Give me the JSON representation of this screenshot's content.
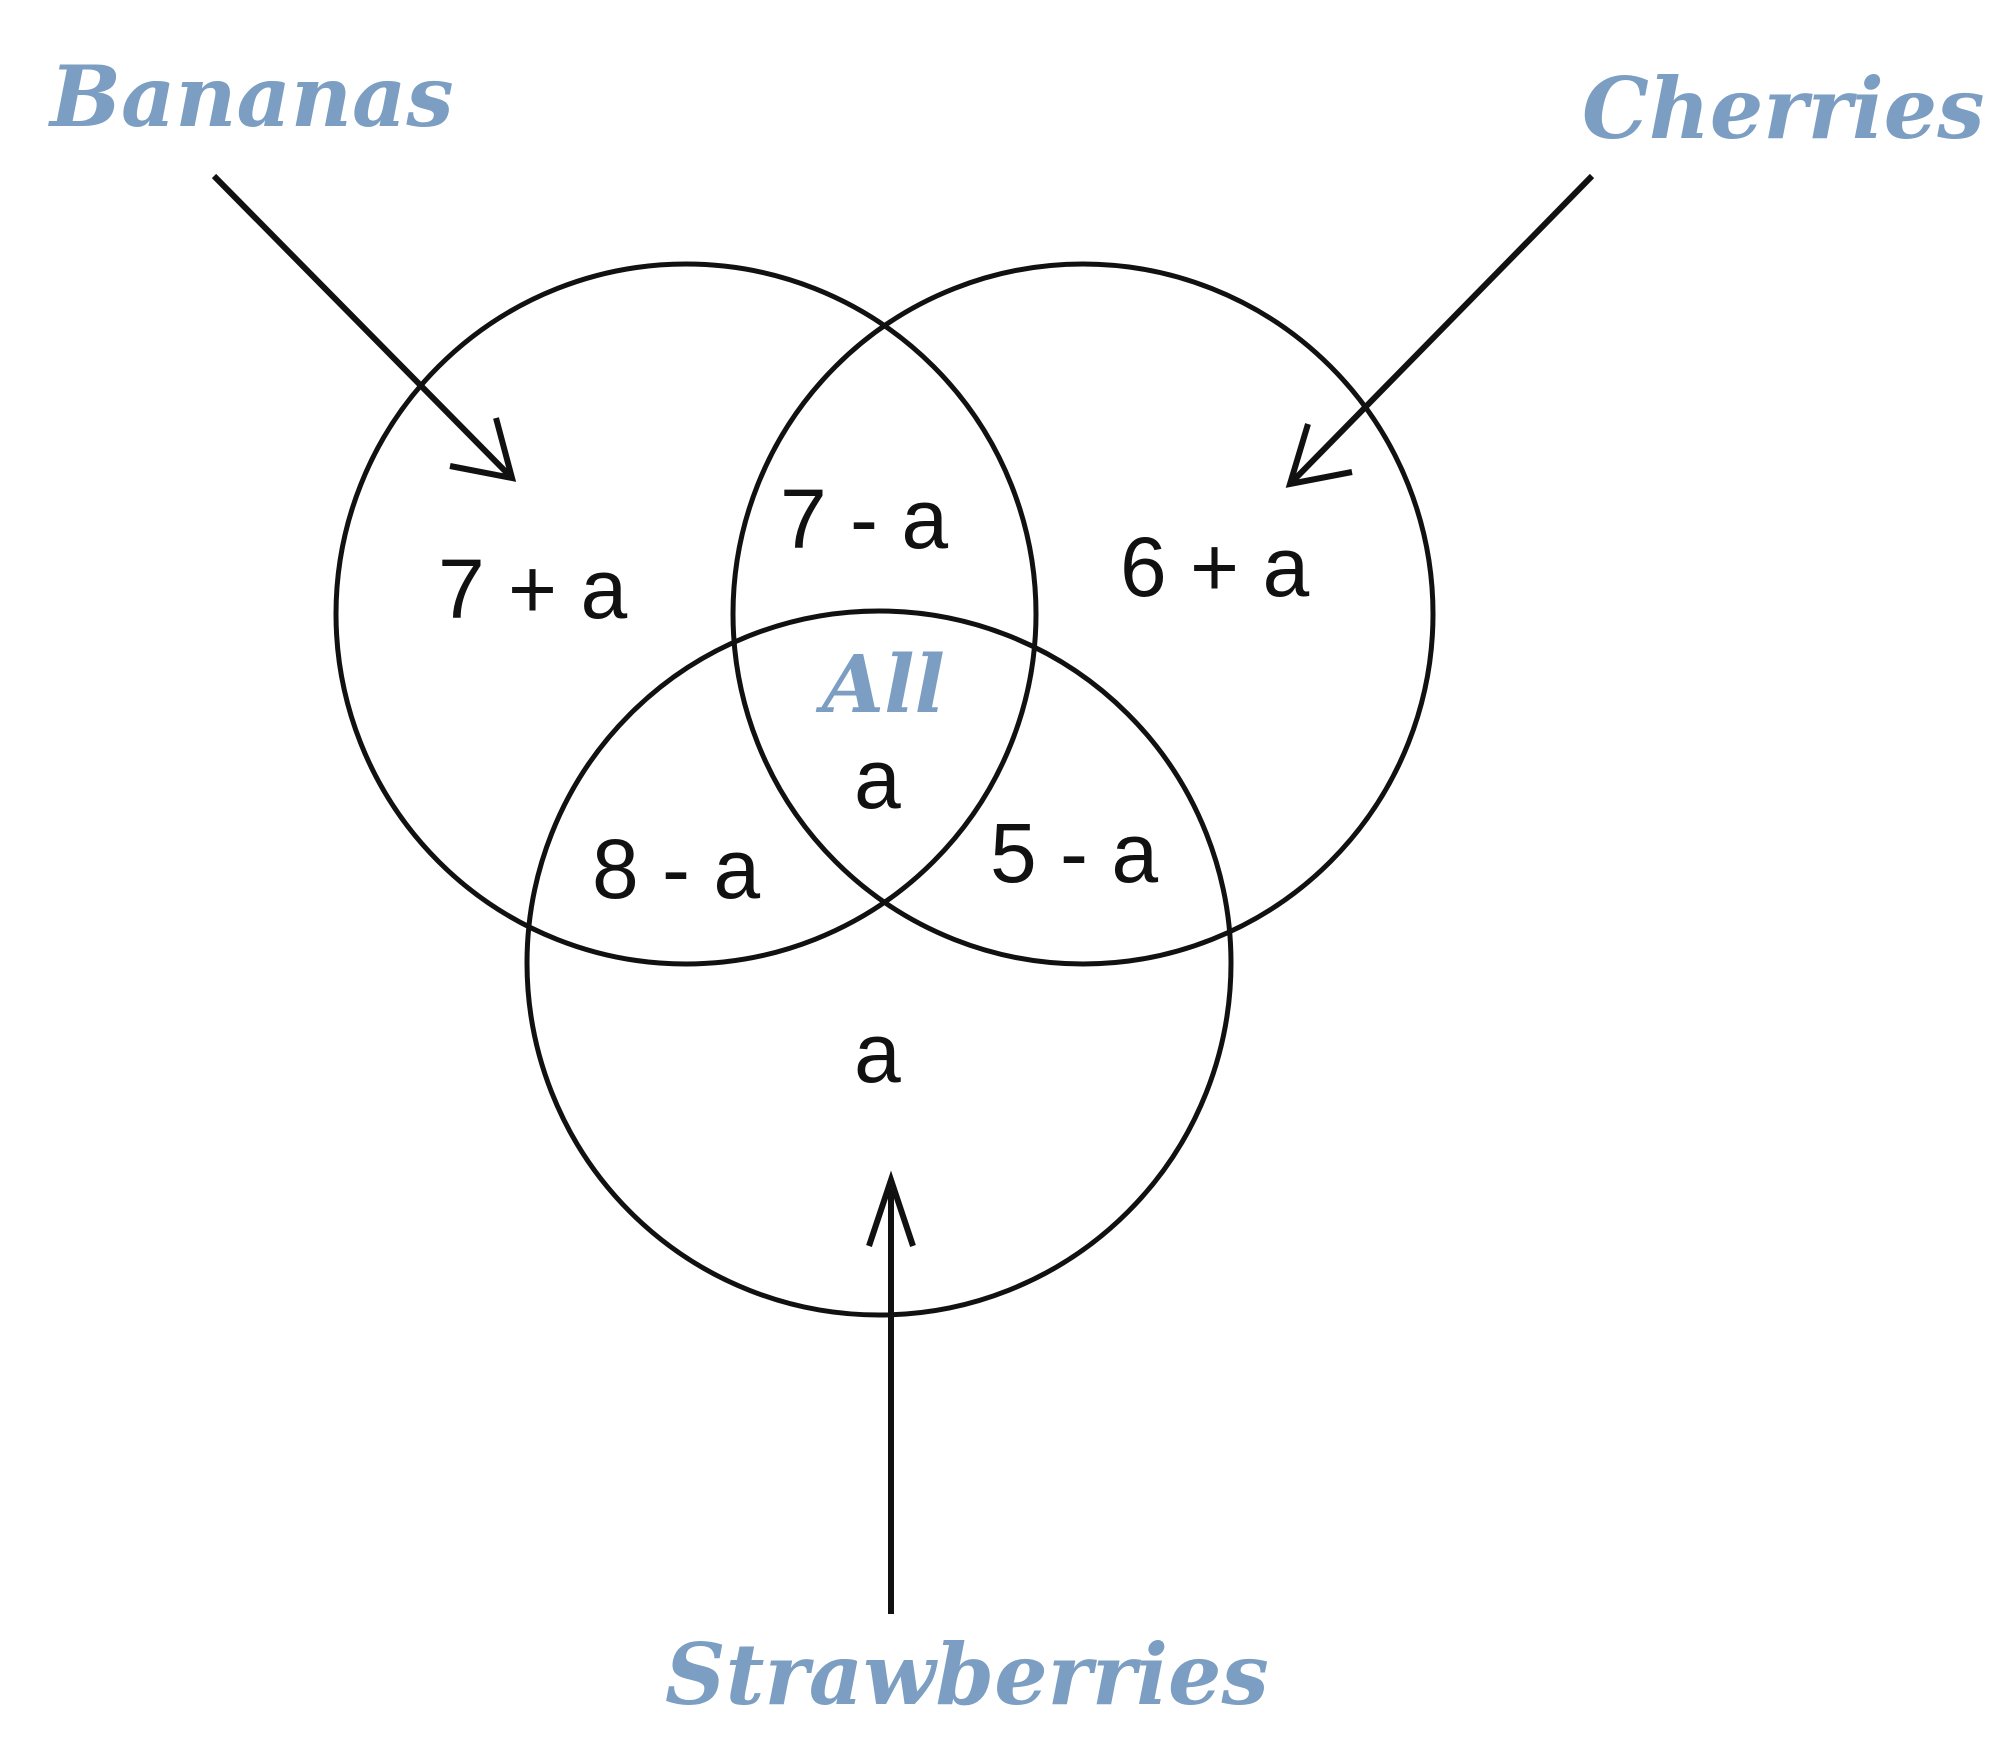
{
  "sets": {
    "bananas": "Bananas",
    "cherries": "Cherries",
    "strawberries": "Strawberries"
  },
  "regions": {
    "bananas_only": "7 + a",
    "cherries_only": "6 + a",
    "strawberries_only": "a",
    "bananas_cherries": "7 - a",
    "bananas_strawberries": "8 - a",
    "cherries_strawberries": "5 - a",
    "all_label": "All",
    "all_value": "a"
  },
  "colors": {
    "label": "#7b9ec2",
    "outline": "#111111"
  }
}
